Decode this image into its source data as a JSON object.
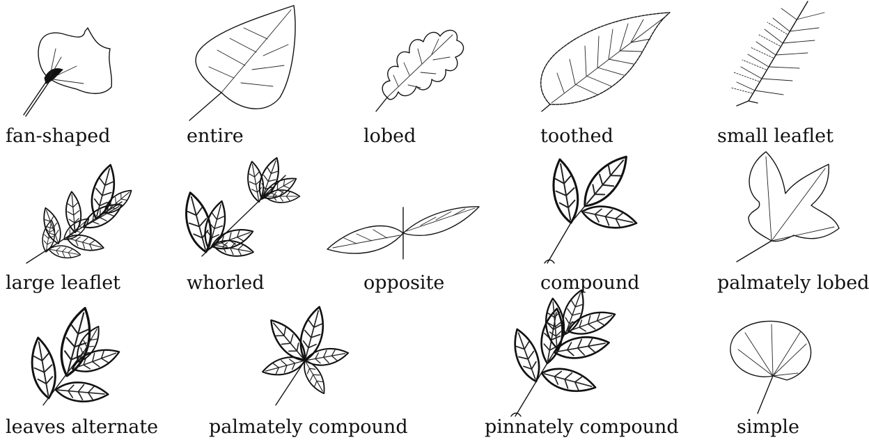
{
  "labels": {
    "fan_shaped": "fan-shaped",
    "entire": "entire",
    "lobed": "lobed",
    "toothed": "toothed",
    "small_leaflet": "small leaflet",
    "large_leaflet": "large leaflet",
    "whorled": "whorled",
    "opposite": "opposite",
    "compound": "compound",
    "palmately_lobed": "palmately lobed",
    "leaves_alternate": "leaves alternate",
    "palmately_compound": "palmately compound",
    "pinnately_compound": "pinnately compound",
    "simple": "simple"
  }
}
